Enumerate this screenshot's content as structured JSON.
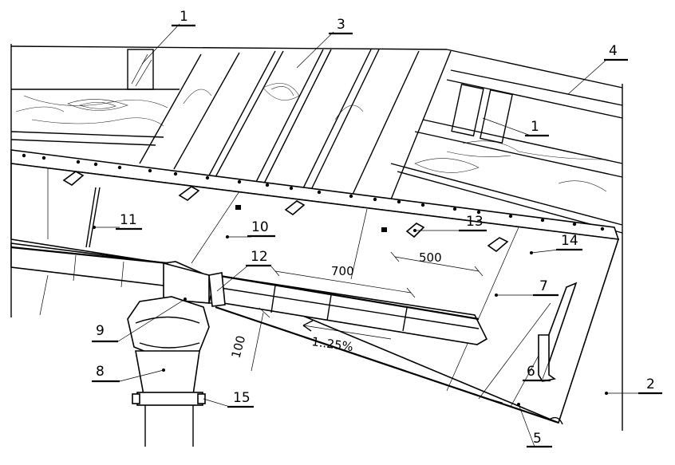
{
  "callouts": [
    "1",
    "3",
    "4",
    "1",
    "2",
    "11",
    "10",
    "12",
    "13",
    "14",
    "7",
    "6",
    "9",
    "8",
    "15",
    "5"
  ],
  "dimensions": {
    "spacing_700": "700",
    "spacing_500": "500",
    "height_100": "100",
    "slope": "1..25%"
  }
}
